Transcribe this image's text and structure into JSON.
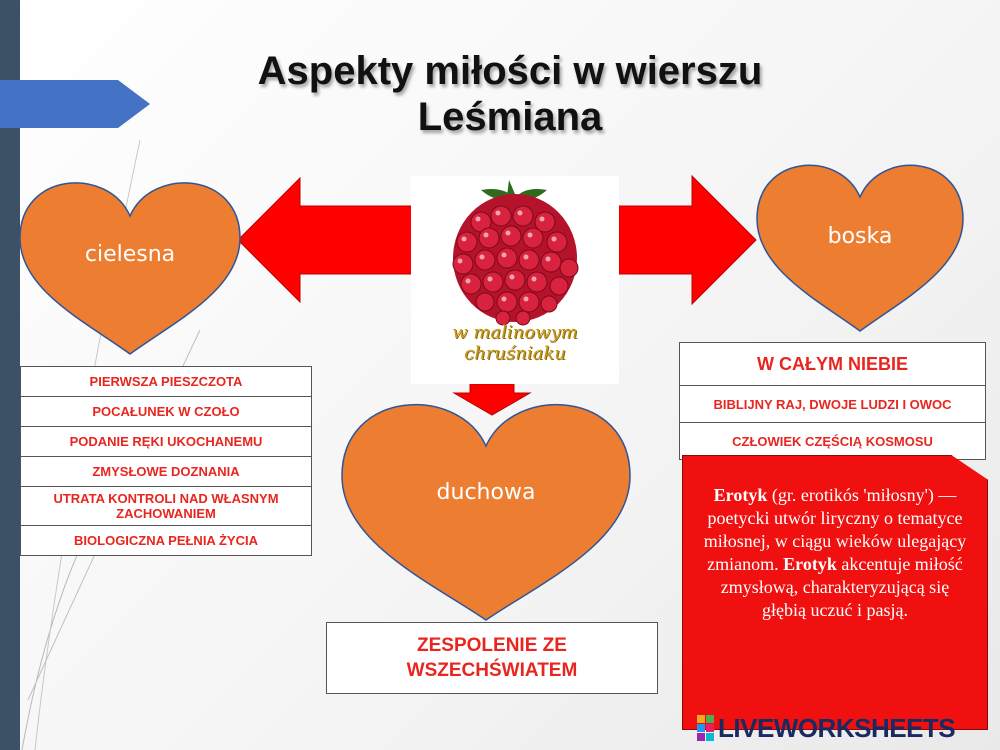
{
  "title": {
    "line1": "Aspekty miłości w wierszu",
    "line2": "Leśmiana"
  },
  "hearts": {
    "left": "cielesna",
    "right": "boska",
    "bottom": "duchowa"
  },
  "center_image": {
    "caption_line1": "w malinowym",
    "caption_line2": "chruśniaku"
  },
  "left_table": [
    "PIERWSZA PIESZCZOTA",
    "POCAŁUNEK W CZOŁO",
    "PODANIE RĘKI UKOCHANEMU",
    "ZMYSŁOWE DOZNANIA",
    "UTRATA KONTROLI NAD WŁASNYM ZACHOWANIEM",
    "BIOLOGICZNA PEŁNIA ŻYCIA"
  ],
  "right_table": {
    "header": "W CAŁYM NIEBIE",
    "rows": [
      "BIBLIJNY RAJ, DWOJE LUDZI I OWOC",
      "CZŁOWIEK CZĘŚCIĄ KOSMOSU"
    ]
  },
  "bottom_box": {
    "line1": "ZESPOLENIE ZE",
    "line2": "WSZECHŚWIATEM"
  },
  "definition": {
    "term1": "Erotyk",
    "part1": " (gr. erotikós 'miłosny') — poetycki utwór liryczny o tematyce miłosnej, w ciągu wieków ulegający zmianom. ",
    "term2": "Erotyk",
    "part2": " akcentuje miłość zmysłową, charakteryzującą się głębią uczuć i pasją."
  },
  "watermark": "LIVEWORKSHEETS",
  "colors": {
    "heart_fill": "#ed7d31",
    "heart_stroke": "#2f5597",
    "arrow_red": "#ff0000",
    "text_red": "#e8261f",
    "accent_blue": "#4472c4",
    "sidebar": "#3d5166"
  }
}
